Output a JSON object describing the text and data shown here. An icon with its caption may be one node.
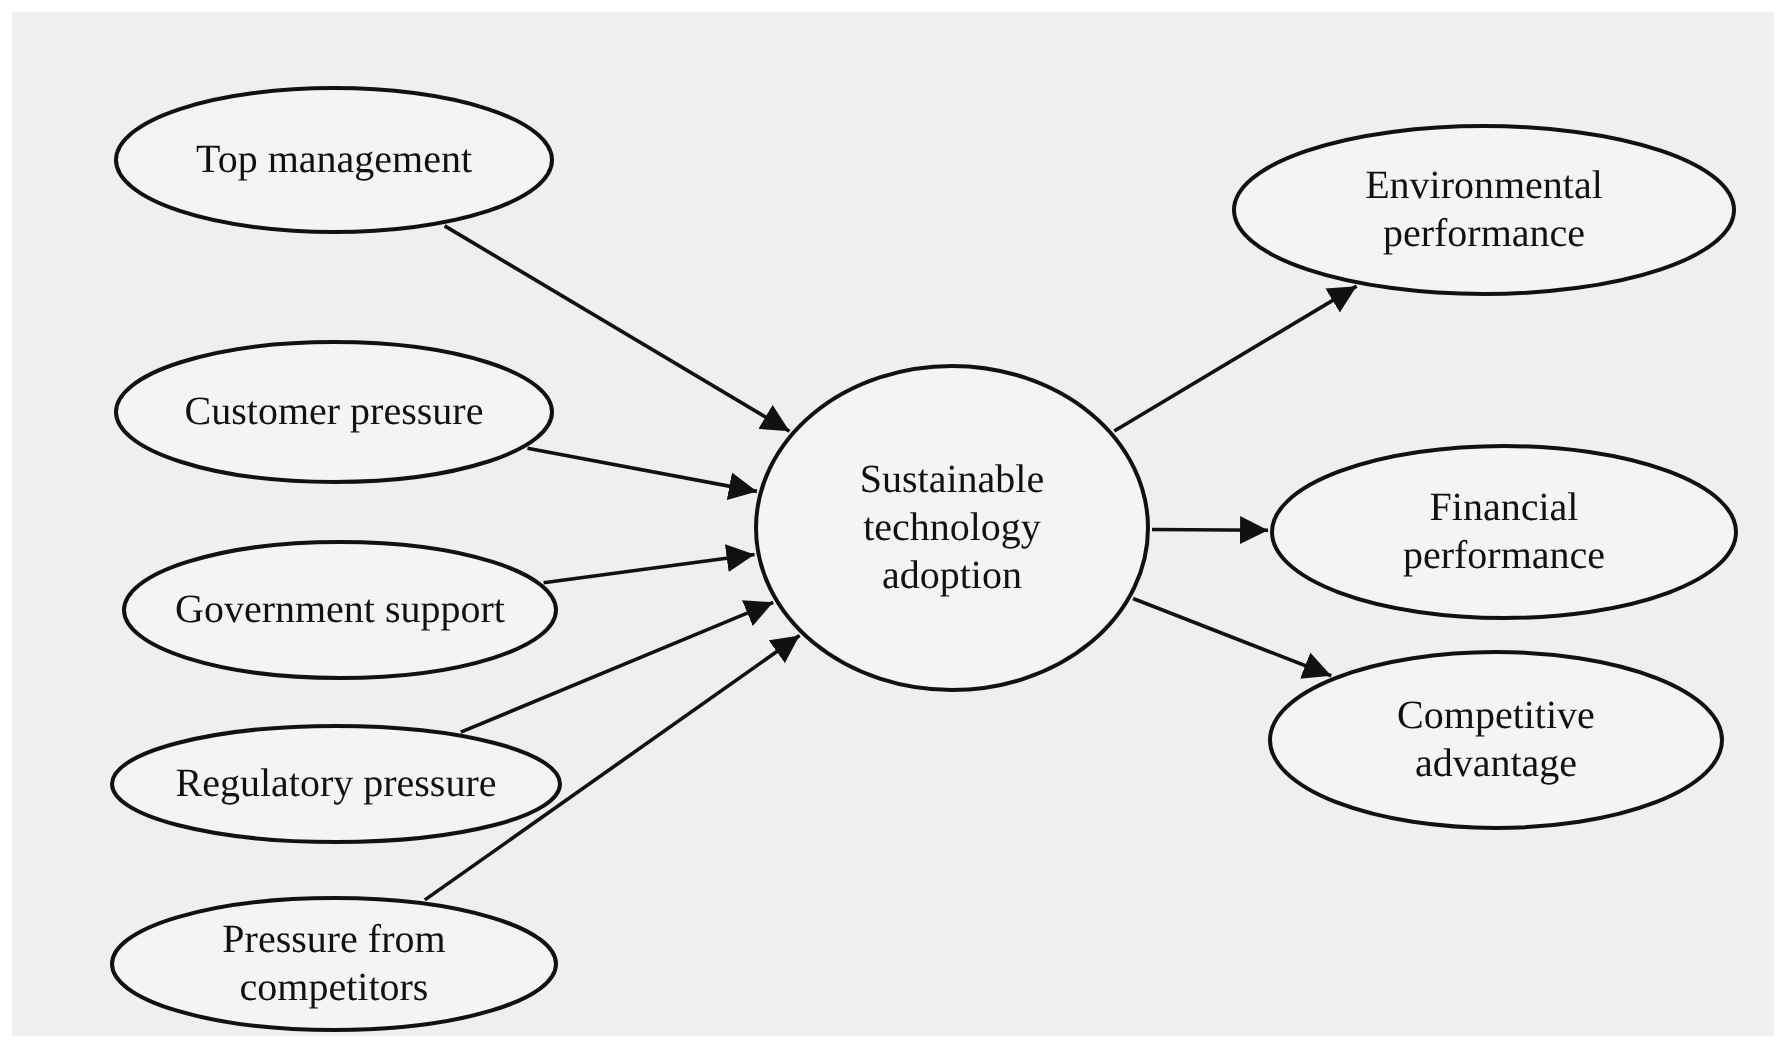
{
  "diagram": {
    "nodes": [
      {
        "text": [
          "Top management"
        ]
      },
      {
        "text": [
          "Customer pressure"
        ]
      },
      {
        "text": [
          "Government support"
        ]
      },
      {
        "text": [
          "Regulatory pressure"
        ]
      },
      {
        "text": [
          "Pressure from competitors"
        ]
      },
      {
        "text": [
          "Sustainable technology adoption"
        ]
      },
      {
        "text": [
          "Environmental performance"
        ]
      },
      {
        "text": [
          "Financial performance"
        ]
      },
      {
        "text": [
          "Competitive advantage"
        ]
      }
    ],
    "edges": [
      {
        "from": 0,
        "to": 5,
        "arrow": "to"
      },
      {
        "from": 1,
        "to": 5,
        "arrow": "to"
      },
      {
        "from": 2,
        "to": 5,
        "arrow": "to"
      },
      {
        "from": 3,
        "to": 5,
        "arrow": "to"
      },
      {
        "from": 4,
        "to": 5,
        "arrow": "to"
      },
      {
        "from": 5,
        "to": 6,
        "arrow": "to"
      },
      {
        "from": 5,
        "to": 7,
        "arrow": "to"
      },
      {
        "from": 5,
        "to": 8,
        "arrow": "to"
      }
    ]
  }
}
